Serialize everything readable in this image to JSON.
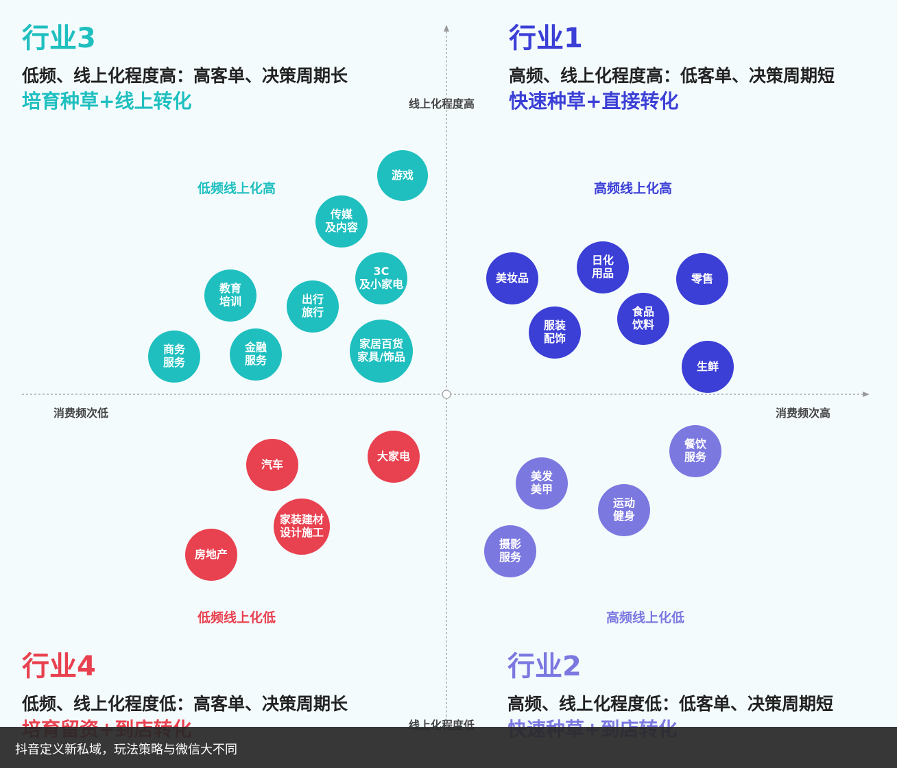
{
  "colors": {
    "teal": "#1fbfbf",
    "blue": "#3b3fd6",
    "purple": "#7b78e0",
    "red": "#e8414f",
    "axis": "#888888"
  },
  "quadrants": {
    "q3": {
      "title": "行业3",
      "desc": "低频、线上化程度高：高客单、决策周期长",
      "strategy": "培育种草+线上转化",
      "label": "低频线上化高"
    },
    "q1": {
      "title": "行业1",
      "desc": "高频、线上化程度高：低客单、决策周期短",
      "strategy": "快速种草+直接转化",
      "label": "高频线上化高"
    },
    "q4": {
      "title": "行业4",
      "desc": "低频、线上化程度低：高客单、决策周期长",
      "strategy": "培育留资+到店转化",
      "label": "低频线上化低"
    },
    "q2": {
      "title": "行业2",
      "desc": "高频、线上化程度低：低客单、决策周期短",
      "strategy": "快速种草+到店转化",
      "label": "高频线上化低"
    }
  },
  "axes": {
    "y_top": "线上化程度高",
    "y_bottom": "线上化程度低",
    "x_left": "消费频次低",
    "x_right": "消费频次高"
  },
  "bubbles": [
    {
      "label": "游戏",
      "group": "teal"
    },
    {
      "label": "传媒\n及内容",
      "group": "teal"
    },
    {
      "label": "3C\n及小家电",
      "group": "teal"
    },
    {
      "label": "教育\n培训",
      "group": "teal"
    },
    {
      "label": "出行\n旅行",
      "group": "teal"
    },
    {
      "label": "家居百货\n家具/饰品",
      "group": "teal"
    },
    {
      "label": "商务\n服务",
      "group": "teal"
    },
    {
      "label": "金融\n服务",
      "group": "teal"
    },
    {
      "label": "美妆品",
      "group": "blue"
    },
    {
      "label": "日化\n用品",
      "group": "blue"
    },
    {
      "label": "零售",
      "group": "blue"
    },
    {
      "label": "食品\n饮料",
      "group": "blue"
    },
    {
      "label": "服装\n配饰",
      "group": "blue"
    },
    {
      "label": "生鲜",
      "group": "blue"
    },
    {
      "label": "餐饮\n服务",
      "group": "purple"
    },
    {
      "label": "美发\n美甲",
      "group": "purple"
    },
    {
      "label": "运动\n健身",
      "group": "purple"
    },
    {
      "label": "摄影\n服务",
      "group": "purple"
    },
    {
      "label": "汽车",
      "group": "red"
    },
    {
      "label": "大家电",
      "group": "red"
    },
    {
      "label": "家装建材\n设计施工",
      "group": "red"
    },
    {
      "label": "房地产",
      "group": "red"
    }
  ],
  "caption": "抖音定义新私域，玩法策略与微信大不同"
}
